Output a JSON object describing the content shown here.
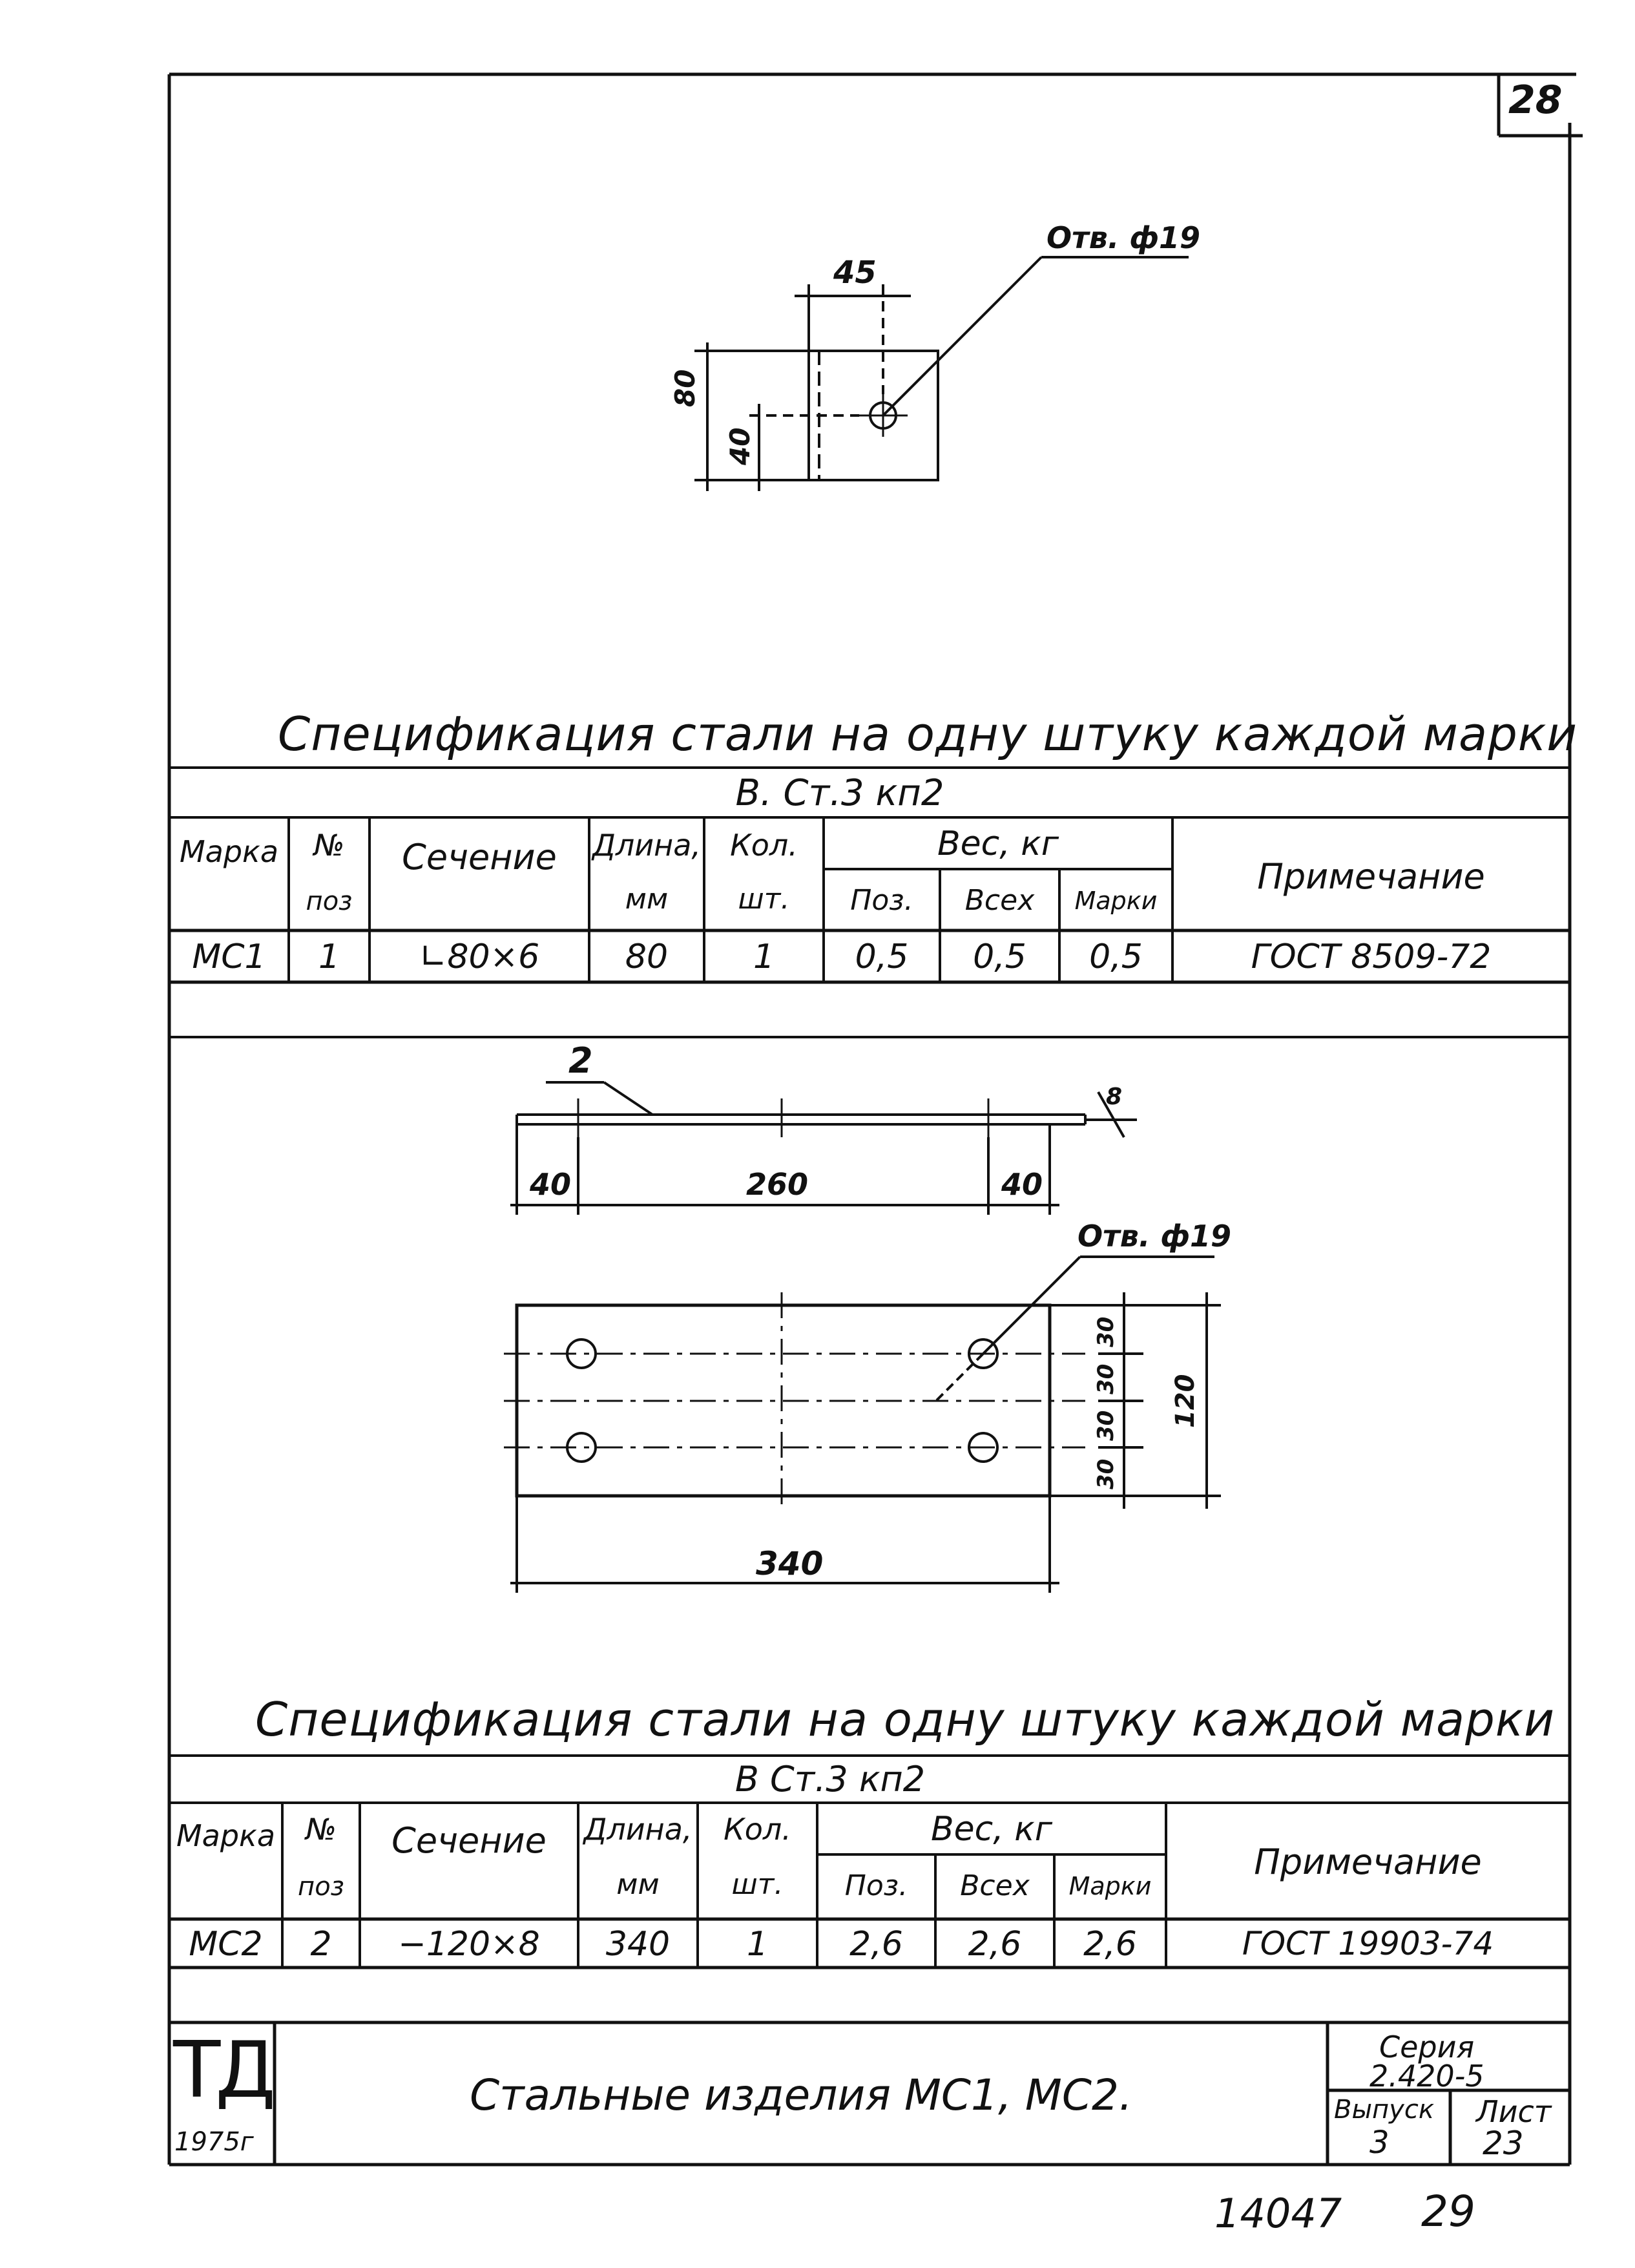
{
  "sheet_corner_number": "28",
  "drawing1": {
    "dim_top": "45",
    "hole_label": "Отв. ф19",
    "dim_left_outer": "80",
    "dim_left_inner": "40"
  },
  "spec1": {
    "title": "Спецификация стали на одну штуку каждой марки",
    "steel": "В. Ст.3 кп2",
    "headers": {
      "mark": "Марка",
      "pos_no": "№",
      "pos_no2": "поз",
      "section": "Сечение",
      "length": "Длина,",
      "length_unit": "мм",
      "qty": "Кол.",
      "qty_unit": "шт.",
      "weight": "Вес, кг",
      "weight_pos": "Поз.",
      "weight_all": "Всех",
      "weight_mark": "Марки",
      "note": "Примечание"
    },
    "row": {
      "mark": "МС1",
      "pos": "1",
      "section": "∟80×6",
      "length": "80",
      "qty": "1",
      "weight_pos": "0,5",
      "weight_all": "0,5",
      "weight_mark": "0,5",
      "note": "ГОСТ 8509-72"
    }
  },
  "drawing2": {
    "pos_label": "2",
    "thickness": "8",
    "dim_left": "40",
    "dim_mid": "260",
    "dim_right": "40",
    "hole_label": "Отв. ф19",
    "dim_v1": "30",
    "dim_v2": "30",
    "dim_v3": "30",
    "dim_v4": "30",
    "dim_total_h": "120",
    "dim_total_w": "340"
  },
  "spec2": {
    "title": "Спецификация стали на одну штуку каждой марки",
    "steel": "В Ст.3 кп2",
    "headers": {
      "mark": "Марка",
      "pos_no": "№",
      "pos_no2": "поз",
      "section": "Сечение",
      "length": "Длина,",
      "length_unit": "мм",
      "qty": "Кол.",
      "qty_unit": "шт.",
      "weight": "Вес, кг",
      "weight_pos": "Поз.",
      "weight_all": "Всех",
      "weight_mark": "Марки",
      "note": "Примечание"
    },
    "row": {
      "mark": "МС2",
      "pos": "2",
      "section": "−120×8",
      "length": "340",
      "qty": "1",
      "weight_pos": "2,6",
      "weight_all": "2,6",
      "weight_mark": "2,6",
      "note": "ГОСТ 19903-74"
    }
  },
  "title_block": {
    "logo": "ТД",
    "year": "1975г",
    "title": "Стальные изделия МС1, МС2.",
    "series_label": "Серия",
    "series_value": "2.420-5",
    "issue_label": "Выпуск",
    "issue_value": "3",
    "sheet_label": "Лист",
    "sheet_value": "23"
  },
  "footer": {
    "doc_number": "14047",
    "page_number": "29"
  }
}
